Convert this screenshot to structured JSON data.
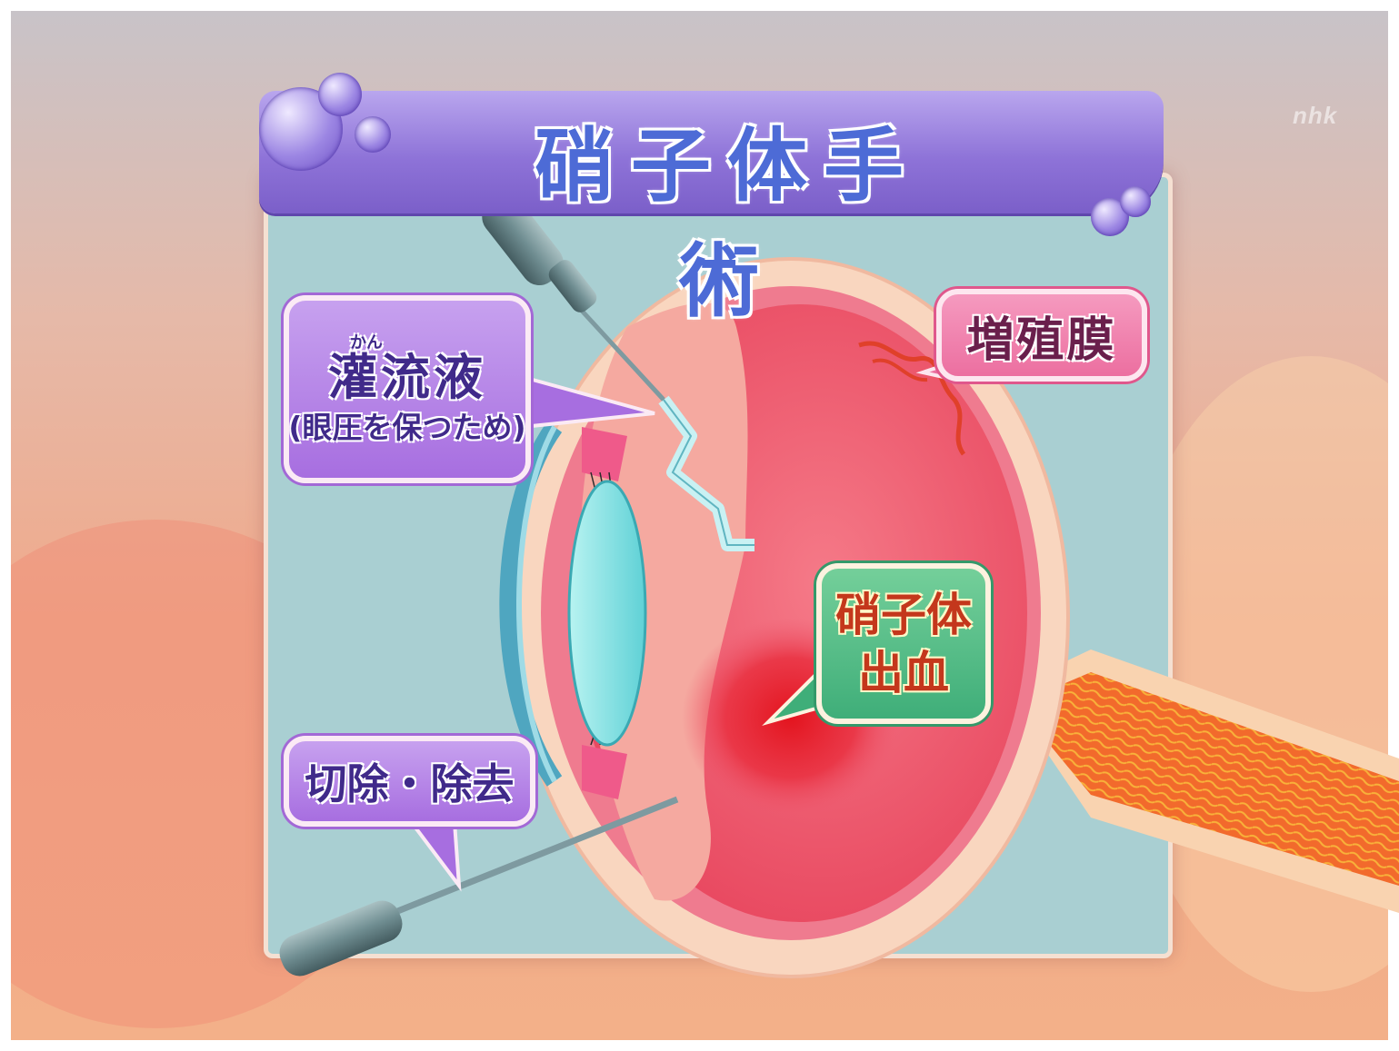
{
  "title": "硝子体手術",
  "labels": {
    "irrigation_ruby": "かん",
    "irrigation_main": "灌流液",
    "irrigation_sub": "(眼圧を保つため)",
    "membrane": "増殖膜",
    "hemorrhage_line1": "硝子体",
    "hemorrhage_line2": "出血",
    "cut_remove": "切除・除去"
  },
  "colors": {
    "banner": "#8e73d8",
    "title_text": "#4d6bd6",
    "panel": "#a9cfd2",
    "eye_interior": "#ee5a70",
    "hemorrhage": "#e3141e",
    "optic_nerve": "#f0602a",
    "lens": "#7fe0e2"
  }
}
